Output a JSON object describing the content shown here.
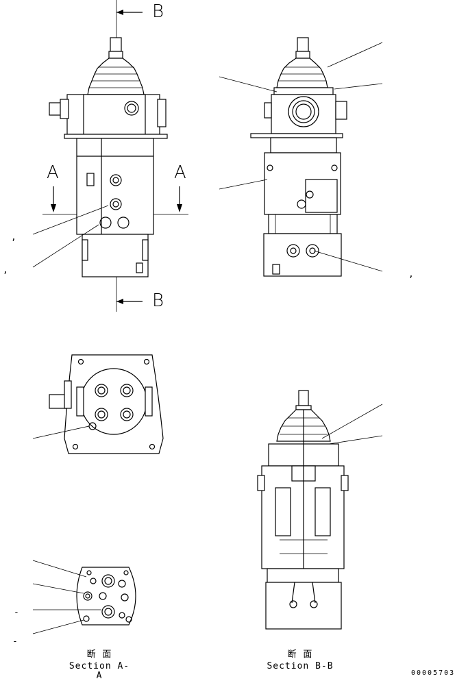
{
  "section_markers": {
    "b_top": "B",
    "b_bottom": "B",
    "a_left": "A",
    "a_right": "A"
  },
  "captions": {
    "section_a": {
      "jp": "断 面",
      "en": "Section A-A"
    },
    "section_b": {
      "jp": "断 面",
      "en": "Section B-B"
    }
  },
  "callout_marks": {
    "left_upper": ",",
    "left_lower": ",",
    "right": ","
  },
  "drawing_number": "00005703"
}
